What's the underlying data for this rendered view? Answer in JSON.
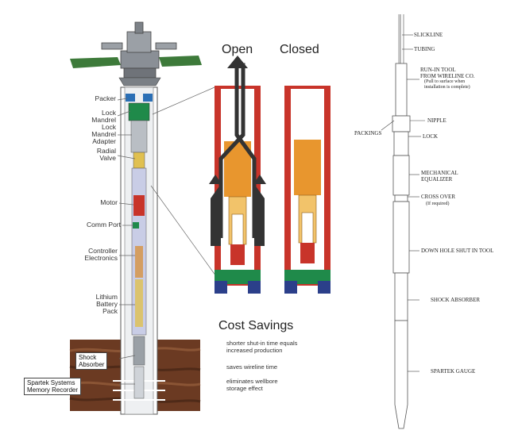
{
  "left_diagram": {
    "labels": {
      "packer": "Packer",
      "lock_mandrel": "Lock\nMandrel",
      "lock_mandrel_adapter": "Lock\nMandrel\nAdapter",
      "radial_valve": "Radial\nValve",
      "motor": "Motor",
      "comm_port": "Comm Port",
      "controller_electronics": "Controller\nElectronics",
      "lithium_battery_pack": "Lithium\nBattery\nPack",
      "shock_absorber": "Shock\nAbsorber",
      "spartek_memory_recorder": "Spartek Systems\nMemory Recorder"
    }
  },
  "valve_states": {
    "open": "Open",
    "closed": "Closed"
  },
  "cost_savings": {
    "title": "Cost Savings",
    "items": [
      "shorter shut-in time equals\nincreased production",
      "saves wireline time",
      "eliminates wellbore\nstorage effect"
    ]
  },
  "right_diagram": {
    "labels": {
      "slickline": "SLICKLINE",
      "tubing": "TUBING",
      "run_in_tool": "RUN-IN TOOL\nFROM WIRELINE CO.",
      "run_in_note": "(Pull to surface when\ninstallation is complete)",
      "nipple": "NIPPLE",
      "packings": "PACKINGS",
      "lock": "LOCK",
      "mechanical_equalizer": "MECHANICAL\nEQUALIZER",
      "cross_over": "CROSS OVER",
      "cross_over_note": "(If required)",
      "down_hole_shut_in_tool": "DOWN HOLE SHUT IN TOOL",
      "shock_absorber": "SHOCK ABSORBER",
      "spartek_gauge": "SPARTEK GAUGE"
    }
  },
  "colors": {
    "ground": "#3d7a3a",
    "earth": "#6b3a22",
    "body_red": "#c8342a",
    "piston_orange": "#e8962e",
    "blue": "#2b6fb5",
    "green_seal": "#1f8a4a",
    "arrow": "#333333"
  }
}
